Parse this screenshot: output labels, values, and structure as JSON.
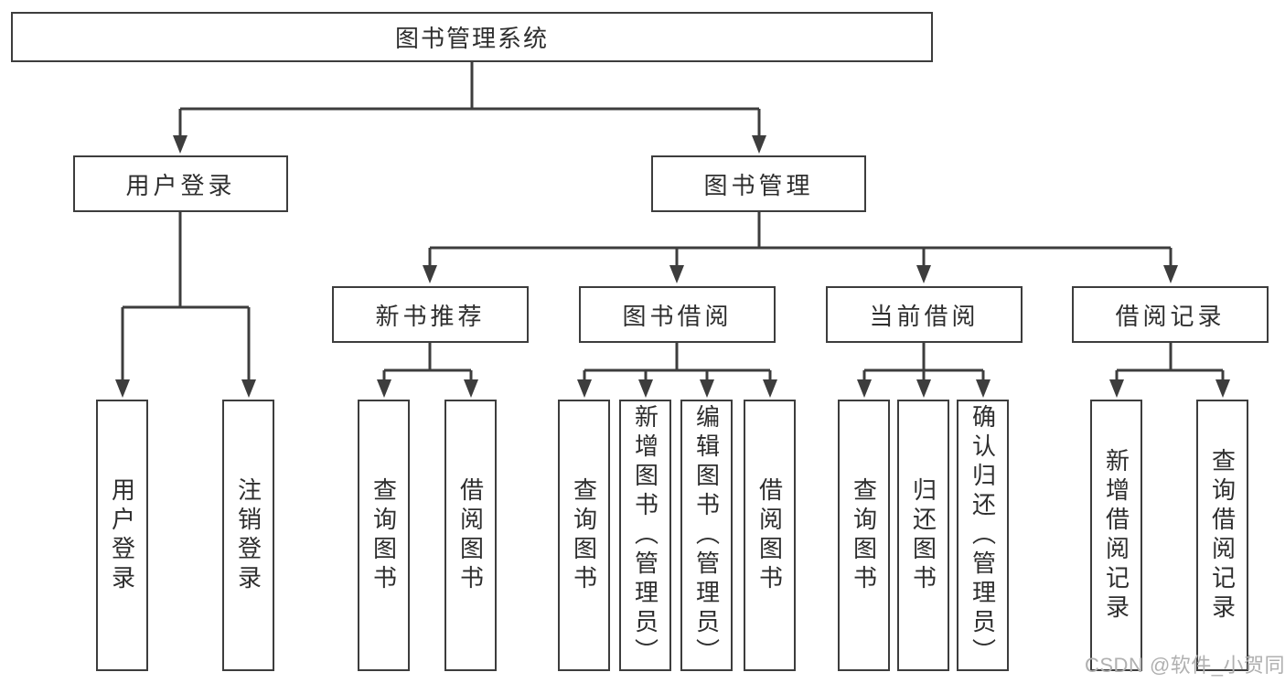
{
  "tree": {
    "root": {
      "label": "图书管理系统"
    },
    "branches": [
      {
        "label": "用户登录",
        "leaves": [
          {
            "label": "用户登录"
          },
          {
            "label": "注销登录"
          }
        ]
      },
      {
        "label": "图书管理",
        "groups": [
          {
            "label": "新书推荐",
            "leaves": [
              {
                "label": "查询图书"
              },
              {
                "label": "借阅图书"
              }
            ]
          },
          {
            "label": "图书借阅",
            "leaves": [
              {
                "label": "查询图书"
              },
              {
                "label": "新增图书（管理员）"
              },
              {
                "label": "编辑图书（管理员）"
              },
              {
                "label": "借阅图书"
              }
            ]
          },
          {
            "label": "当前借阅",
            "leaves": [
              {
                "label": "查询图书"
              },
              {
                "label": "归还图书"
              },
              {
                "label": "确认归还（管理员）"
              }
            ]
          },
          {
            "label": "借阅记录",
            "leaves": [
              {
                "label": "新增借阅记录"
              },
              {
                "label": "查询借阅记录"
              }
            ]
          }
        ]
      }
    ]
  },
  "watermark": {
    "text": "CSDN @软件_小贺同学"
  },
  "colors": {
    "line": "#3d3d3d",
    "text": "#2e2e2e",
    "background": "#ffffff",
    "watermark": "#b0b0b0"
  }
}
